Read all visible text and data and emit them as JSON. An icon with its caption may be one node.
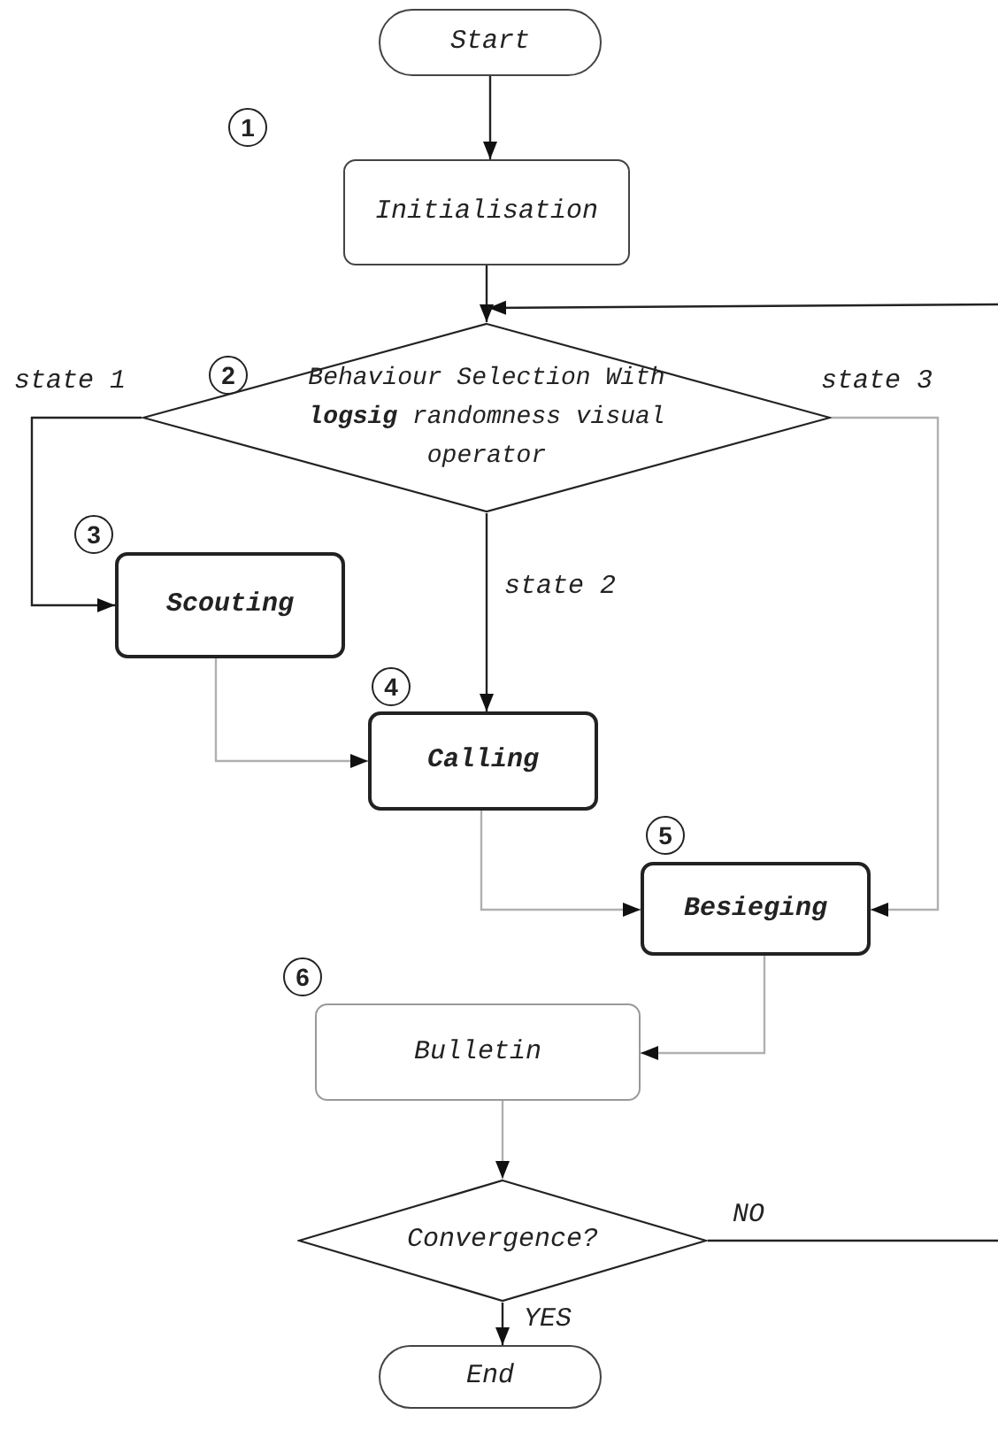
{
  "diagram": {
    "nodes": [
      {
        "text": [
          "Start"
        ]
      },
      {
        "text": [
          "Initialisation"
        ],
        "beside": [
          "1"
        ]
      },
      {
        "text": [
          "Behaviour Selection With **logsig** randomness visual operator"
        ],
        "beside": [
          "2"
        ]
      },
      {
        "text": [
          "Scouting"
        ],
        "beside": [
          "3"
        ]
      },
      {
        "text": [
          "Calling"
        ],
        "beside": [
          "4"
        ]
      },
      {
        "text": [
          "Besieging"
        ],
        "beside": [
          "5"
        ]
      },
      {
        "text": [
          "Bulletin"
        ],
        "beside": [
          "6"
        ]
      },
      {
        "text": [
          "Convergence?"
        ]
      },
      {
        "text": [
          "End"
        ]
      }
    ],
    "edges": [
      {
        "from": 0,
        "to": 1,
        "arrow": "to"
      },
      {
        "from": 1,
        "to": 2,
        "arrow": "to"
      },
      {
        "from": null,
        "to": 2,
        "arrow": "to"
      },
      {
        "from": 2,
        "to": 3,
        "arrow": "to",
        "label": "state 1"
      },
      {
        "from": 2,
        "to": 4,
        "arrow": "to",
        "label": "state 2"
      },
      {
        "from": 2,
        "to": 5,
        "arrow": "to",
        "label": "state 3",
        "color": "#b0b0b0"
      },
      {
        "from": 3,
        "to": 4,
        "arrow": "to",
        "color": "#b0b0b0"
      },
      {
        "from": 4,
        "to": 5,
        "arrow": "to",
        "color": "#b0b0b0"
      },
      {
        "from": 5,
        "to": 6,
        "arrow": "to",
        "color": "#b0b0b0"
      },
      {
        "from": 6,
        "to": 7,
        "arrow": "to",
        "color": "#b0b0b0"
      },
      {
        "from": 7,
        "to": 8,
        "arrow": "to",
        "label": "YES"
      },
      {
        "from": 7,
        "to": null,
        "arrow": "none",
        "label": "NO"
      }
    ]
  }
}
